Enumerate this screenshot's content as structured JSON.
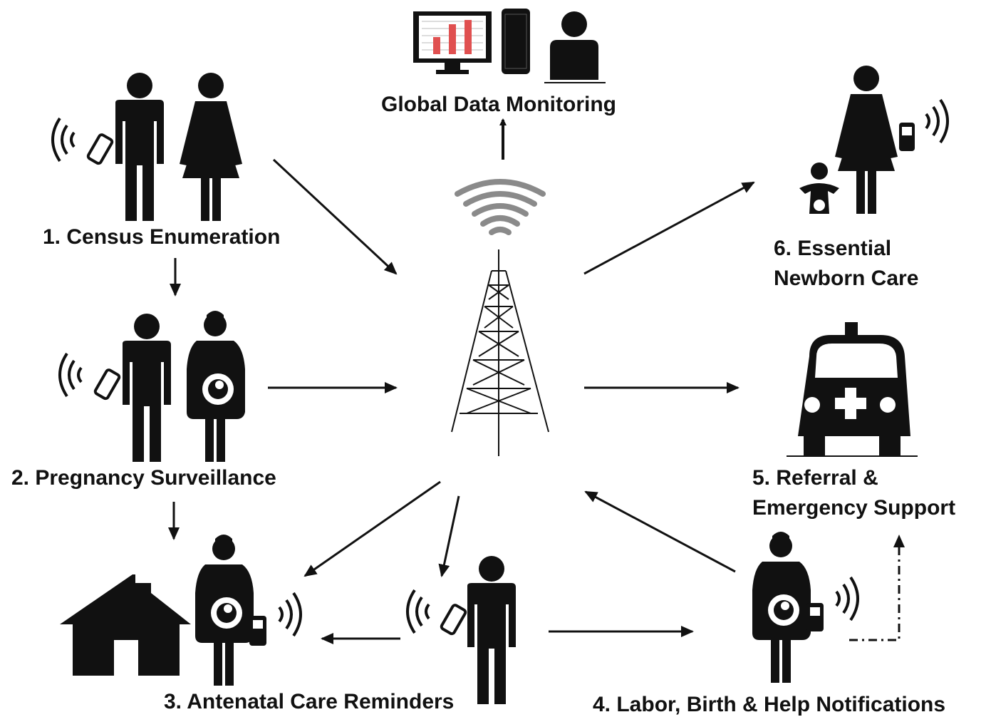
{
  "colors": {
    "ink": "#111111",
    "wave": "#8a8a8a",
    "bar": "#e05050"
  },
  "monitoring": {
    "label": "Global Data Monitoring",
    "icons": [
      "monitor-bar-chart-icon",
      "mobile-phone-icon",
      "user-icon"
    ]
  },
  "tower": {
    "icons": [
      "wireless-signal-icon",
      "cell-tower-icon"
    ]
  },
  "nodes": [
    {
      "id": "census",
      "label": "1.  Census Enumeration",
      "icons": [
        "man-with-phone-icon",
        "woman-icon",
        "wireless-signal-icon"
      ]
    },
    {
      "id": "pregnancy",
      "label": "2.  Pregnancy Surveillance",
      "icons": [
        "man-with-phone-icon",
        "pregnant-woman-icon"
      ]
    },
    {
      "id": "antenatal",
      "label": "3.  Antenatal Care Reminders",
      "icons": [
        "house-icon",
        "pregnant-woman-with-phone-icon",
        "health-worker-with-phone-icon"
      ]
    },
    {
      "id": "labor",
      "label": "4.  Labor, Birth & Help Notifications",
      "icons": [
        "pregnant-woman-with-phone-icon"
      ]
    },
    {
      "id": "referral",
      "label_line1": "5.  Referral &",
      "label_line2": "Emergency Support",
      "icons": [
        "ambulance-icon"
      ]
    },
    {
      "id": "newborn",
      "label_line1": "6.  Essential",
      "label_line2": "Newborn Care",
      "icons": [
        "mother-with-phone-icon",
        "baby-icon"
      ]
    }
  ]
}
